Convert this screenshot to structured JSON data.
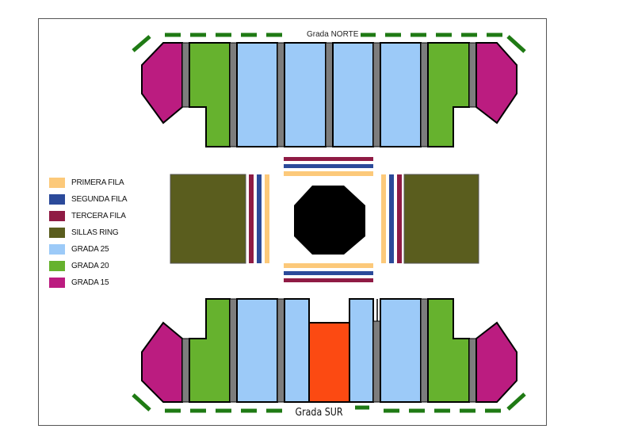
{
  "stands": {
    "north_label": "Grada NORTE",
    "south_label": "Grada SUR"
  },
  "legend": [
    {
      "label": "PRIMERA FILA",
      "color": "#fcc97a"
    },
    {
      "label": "SEGUNDA FILA",
      "color": "#2b4a9a"
    },
    {
      "label": "TERCERA FILA",
      "color": "#8f1b44"
    },
    {
      "label": "SILLAS RING",
      "color": "#5a5d1e"
    },
    {
      "label": "GRADA 25",
      "color": "#9ccaf8"
    },
    {
      "label": "GRADA 20",
      "color": "#66b22e"
    },
    {
      "label": "GRADA 15",
      "color": "#bb1c80"
    }
  ],
  "colors": {
    "divider": "#7d7d7d",
    "ring": "#000000",
    "highlight_block": "#fc4a12",
    "dash": "#1f7a14"
  }
}
